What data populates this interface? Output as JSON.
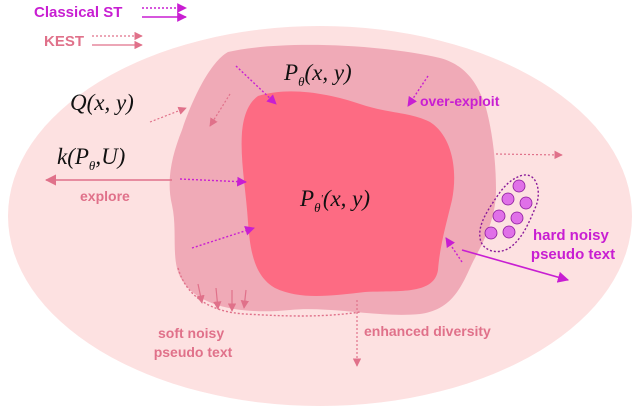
{
  "legend": {
    "classical_label": "Classical ST",
    "kest_label": "KEST"
  },
  "labels": {
    "q_dist": "Q(x, y)",
    "k_func_k": "k(P",
    "k_func_sub": "θ",
    "k_func_rest": ",U)",
    "p_theta_main": "P",
    "p_theta_sub": "θ",
    "p_theta_args": "(x, y)",
    "p_theta_prime_main": "P",
    "p_theta_prime_sub": "θ",
    "p_theta_prime_mark": "'",
    "p_theta_prime_args": "(x, y)",
    "over_exploit": "over-exploit",
    "explore": "explore",
    "enhanced_diversity": "enhanced diversity",
    "hard_noisy_line1": "hard noisy",
    "hard_noisy_line2": "pseudo text",
    "soft_noisy_line1": "soft noisy",
    "soft_noisy_line2": "pseudo text"
  },
  "colors": {
    "outer_ellipse": "#fde1e1",
    "middle_region": "#f0aab7",
    "inner_region": "#fd6b83",
    "magenta_label": "#c81ed2",
    "pink_label": "#e0718a",
    "dark_text": "#111111",
    "hard_noise_dot": "#e070e8"
  },
  "icons": {
    "classical_arrow": "dotted-double-arrow-magenta",
    "kest_arrow": "dotted-double-arrow-pink"
  }
}
